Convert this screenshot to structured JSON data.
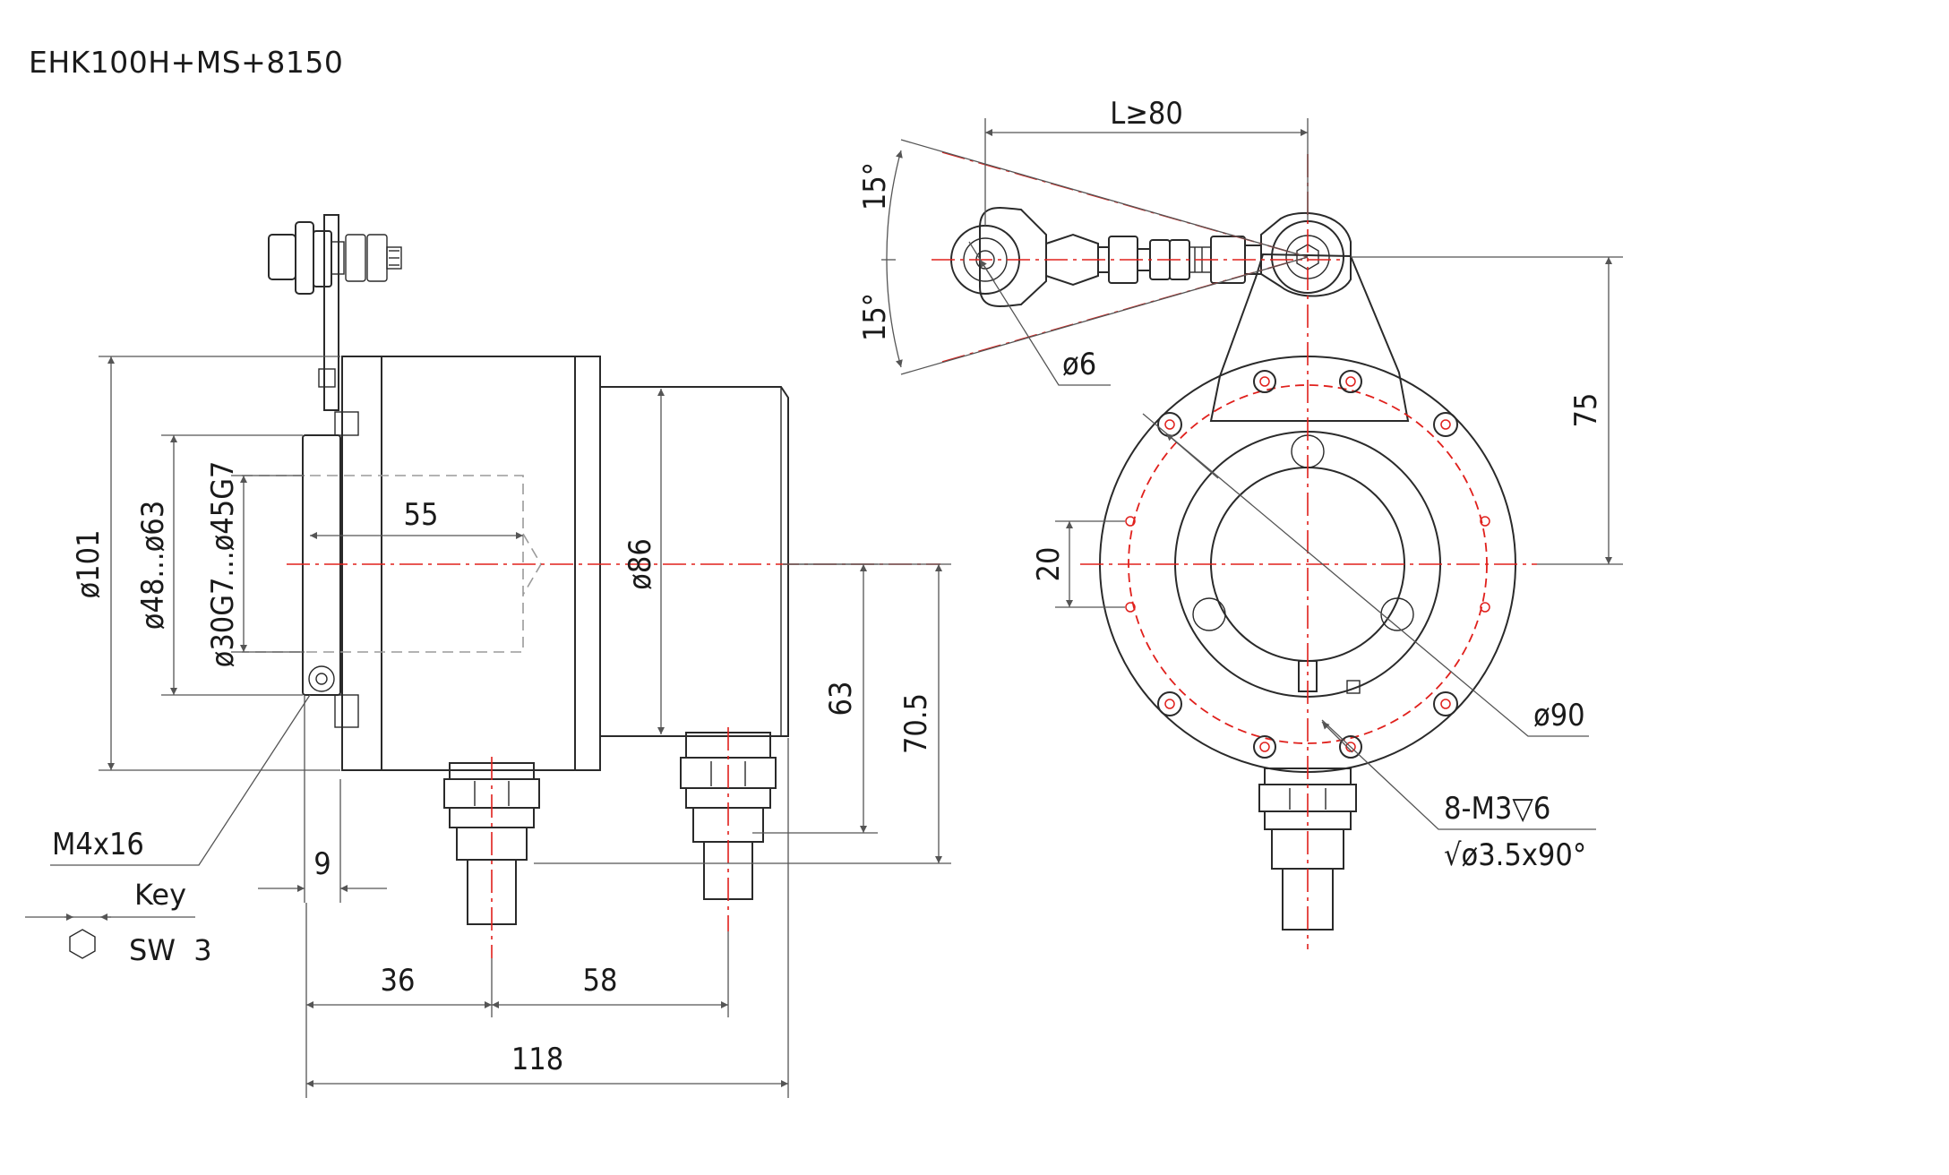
{
  "title": "EHK100H+MS+8150",
  "side_view": {
    "dimensions": {
      "outer_diameter": "ø101",
      "shaft_range": "ø48...ø63",
      "bore_range": "ø30G7...ø45G7",
      "insert_depth": "55",
      "body_diameter": "ø86",
      "height_63": "63",
      "height_70_5": "70.5",
      "flange_thickness": "9",
      "pos_36": "36",
      "pos_58": "58",
      "total_length": "118"
    },
    "screw_label": "M4x16",
    "key_label": "Key",
    "wrench_label": "SW  3"
  },
  "front_view": {
    "dimensions": {
      "arm_length": "L≥80",
      "angle_top": "15°",
      "angle_bottom": "15°",
      "rod_end_hole": "ø6",
      "arm_height": "75",
      "slot_width": "20",
      "pitch_circle": "ø90"
    },
    "thread_label": "8-M3▽6",
    "countersink_label": "√ø3.5x90°"
  },
  "colors": {
    "outline": "#2a2a2a",
    "dimension": "#555555",
    "centerline": "#e0201c",
    "hidden": "#9a9a9a"
  }
}
